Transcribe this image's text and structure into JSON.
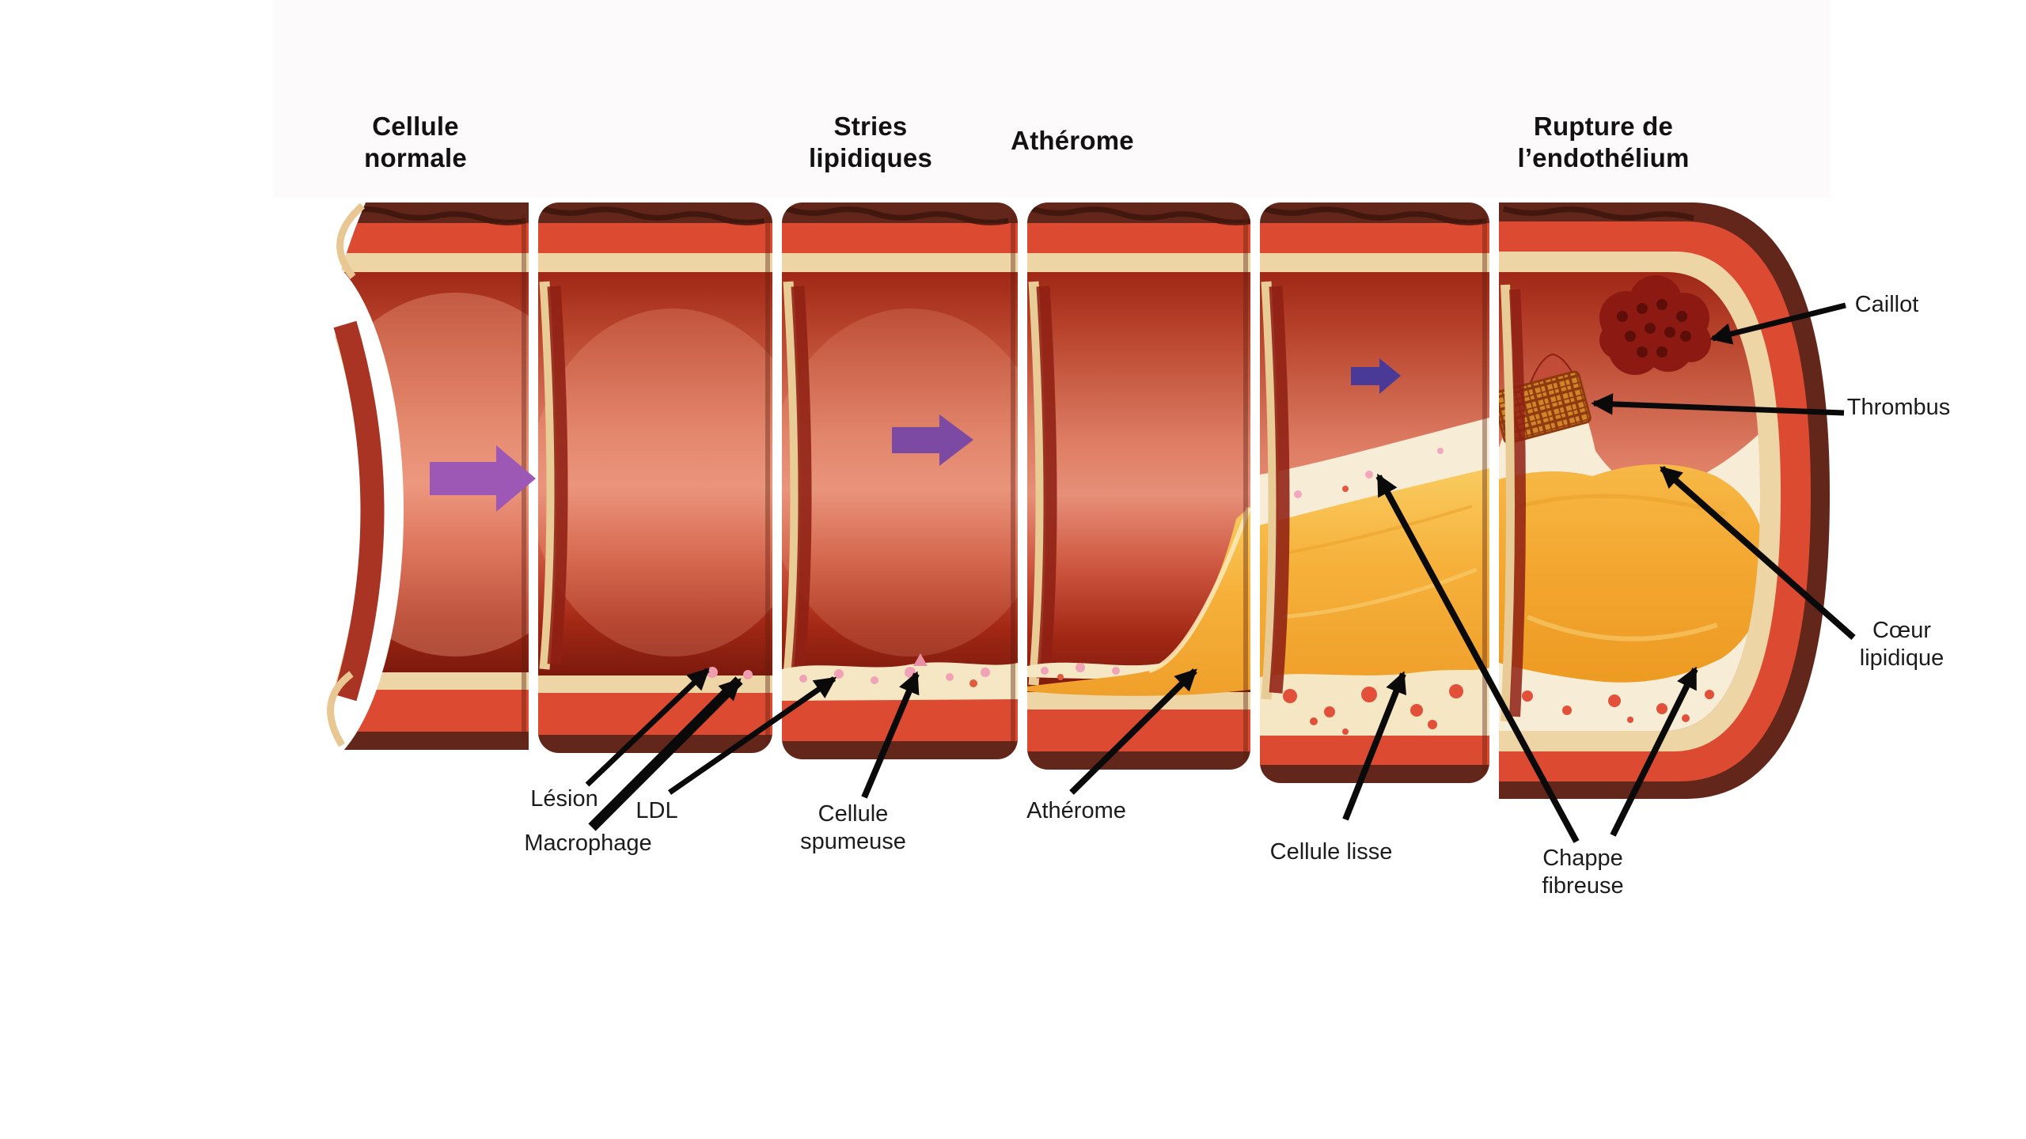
{
  "figure": {
    "type": "medical-diagram",
    "subject": "Progression de l'athérosclérose dans une artère"
  },
  "stages": [
    {
      "id": "cellule-normale",
      "label": "Cellule\nnormale"
    },
    {
      "id": "stries-lipidiques",
      "label": "Stries\nlipidiques"
    },
    {
      "id": "atherome",
      "label": "Athérome"
    },
    {
      "id": "rupture",
      "label": "Rupture de\nl’endothélium"
    }
  ],
  "annotations": [
    {
      "id": "lesion",
      "label": "Lésion"
    },
    {
      "id": "macrophage",
      "label": "Macrophage"
    },
    {
      "id": "ldl",
      "label": "LDL"
    },
    {
      "id": "cellule-spumeuse",
      "label": "Cellule\nspumeuse"
    },
    {
      "id": "atherome-bas",
      "label": "Athérome"
    },
    {
      "id": "cellule-lisse",
      "label": "Cellule lisse"
    },
    {
      "id": "chappe-fibreuse",
      "label": "Chappe\nfibreuse"
    },
    {
      "id": "caillot",
      "label": "Caillot"
    },
    {
      "id": "thrombus",
      "label": "Thrombus"
    },
    {
      "id": "coeur-lipidique",
      "label": "Cœur\nlipidique"
    }
  ],
  "icons": [
    {
      "id": "blood-flow-arrow-1",
      "name": "blood-flow-arrow"
    },
    {
      "id": "blood-flow-arrow-2",
      "name": "blood-flow-arrow"
    },
    {
      "id": "blood-flow-arrow-3",
      "name": "blood-flow-arrow"
    }
  ],
  "colors": {
    "flow_arrow_normal": "#9C58B4",
    "flow_arrow_stries": "#7C4AA2",
    "flow_arrow_rupture": "#483A96",
    "artery_wall_red": "#DC4A31",
    "artery_outer_brown": "#63261A",
    "intima_cream": "#EED5A5",
    "plaque_yellow": "#F6B13A",
    "fibrous_cap": "#F7ECD6",
    "clot_dark_red": "#8C1A12",
    "thrombus_orange": "#D28428",
    "annotation_black": "#0A0A0A",
    "background_band": "#FCFAFB"
  }
}
